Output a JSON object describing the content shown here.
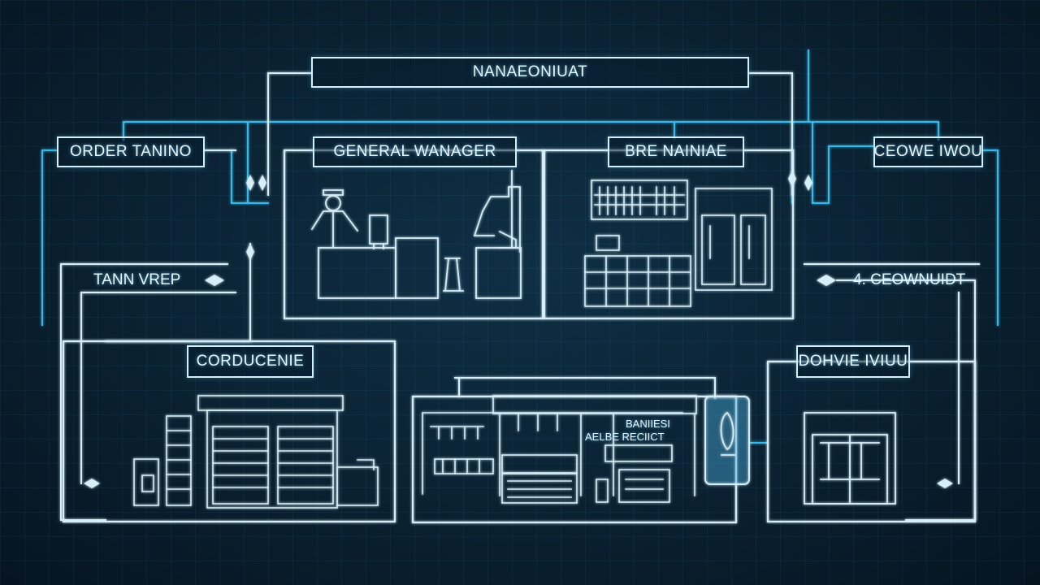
{
  "labels": {
    "top": "NANAEONIUAT",
    "order_tracking": "ORDER TANINO",
    "general_manager": "GENERAL WANAGER",
    "bre_maintenance": "BRE NAINIAE",
    "ceowe": "CEOWE IWOU",
    "tann_vrep": "TANN VREP",
    "ceownuidt": "4. CEOWNUIDT",
    "corducenie": "CORDUCENIE",
    "dohvie": "DOHVIE IVIUU",
    "bakery_sign": "BANIIESI",
    "bakery_sign2": "AELBE RECIICT"
  },
  "colors": {
    "background": "#0a2131",
    "line_white": "#d6eef8",
    "line_cyan": "#38b8e6"
  }
}
